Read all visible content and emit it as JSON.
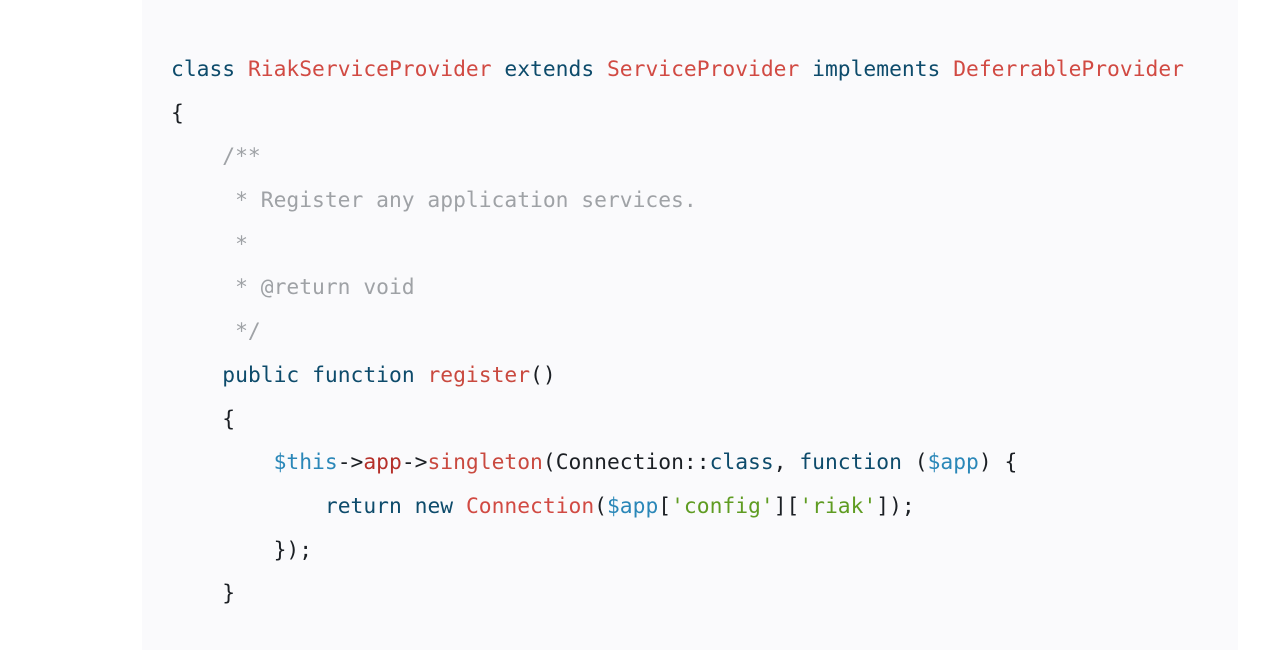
{
  "colors": {
    "panel_background": "#fafafc",
    "plain": "#1b1f24",
    "keyword": "#0d4b6b",
    "class_name": "#d14a43",
    "comment": "#9fa2a6",
    "function_name": "#c9493f",
    "variable": "#2a87b8",
    "property": "#b5302a",
    "string": "#5f9c22"
  },
  "code": {
    "lines": [
      [
        {
          "t": "keyword",
          "v": "class"
        },
        {
          "t": "plain",
          "v": " "
        },
        {
          "t": "class",
          "v": "RiakServiceProvider"
        },
        {
          "t": "plain",
          "v": " "
        },
        {
          "t": "keyword",
          "v": "extends"
        },
        {
          "t": "plain",
          "v": " "
        },
        {
          "t": "class",
          "v": "ServiceProvider"
        },
        {
          "t": "plain",
          "v": " "
        },
        {
          "t": "keyword",
          "v": "implements"
        },
        {
          "t": "plain",
          "v": " "
        },
        {
          "t": "class",
          "v": "DeferrableProvider"
        }
      ],
      [
        {
          "t": "plain",
          "v": "{"
        }
      ],
      [
        {
          "t": "comment",
          "v": "    /**"
        }
      ],
      [
        {
          "t": "comment",
          "v": "     * Register any application services."
        }
      ],
      [
        {
          "t": "comment",
          "v": "     *"
        }
      ],
      [
        {
          "t": "comment",
          "v": "     * @return void"
        }
      ],
      [
        {
          "t": "comment",
          "v": "     */"
        }
      ],
      [
        {
          "t": "plain",
          "v": "    "
        },
        {
          "t": "keyword",
          "v": "public"
        },
        {
          "t": "plain",
          "v": " "
        },
        {
          "t": "keyword",
          "v": "function"
        },
        {
          "t": "plain",
          "v": " "
        },
        {
          "t": "func",
          "v": "register"
        },
        {
          "t": "plain",
          "v": "()"
        }
      ],
      [
        {
          "t": "plain",
          "v": "    {"
        }
      ],
      [
        {
          "t": "plain",
          "v": "        "
        },
        {
          "t": "var",
          "v": "$this"
        },
        {
          "t": "plain",
          "v": "->"
        },
        {
          "t": "prop",
          "v": "app"
        },
        {
          "t": "plain",
          "v": "->"
        },
        {
          "t": "func",
          "v": "singleton"
        },
        {
          "t": "plain",
          "v": "(Connection::"
        },
        {
          "t": "keyword",
          "v": "class"
        },
        {
          "t": "plain",
          "v": ", "
        },
        {
          "t": "keyword",
          "v": "function"
        },
        {
          "t": "plain",
          "v": " ("
        },
        {
          "t": "var",
          "v": "$app"
        },
        {
          "t": "plain",
          "v": ") {"
        }
      ],
      [
        {
          "t": "plain",
          "v": "            "
        },
        {
          "t": "keyword",
          "v": "return"
        },
        {
          "t": "plain",
          "v": " "
        },
        {
          "t": "keyword",
          "v": "new"
        },
        {
          "t": "plain",
          "v": " "
        },
        {
          "t": "class",
          "v": "Connection"
        },
        {
          "t": "plain",
          "v": "("
        },
        {
          "t": "var",
          "v": "$app"
        },
        {
          "t": "plain",
          "v": "["
        },
        {
          "t": "string",
          "v": "'config'"
        },
        {
          "t": "plain",
          "v": "]["
        },
        {
          "t": "string",
          "v": "'riak'"
        },
        {
          "t": "plain",
          "v": "]);"
        }
      ],
      [
        {
          "t": "plain",
          "v": "        });"
        }
      ],
      [
        {
          "t": "plain",
          "v": "    }"
        }
      ]
    ]
  }
}
